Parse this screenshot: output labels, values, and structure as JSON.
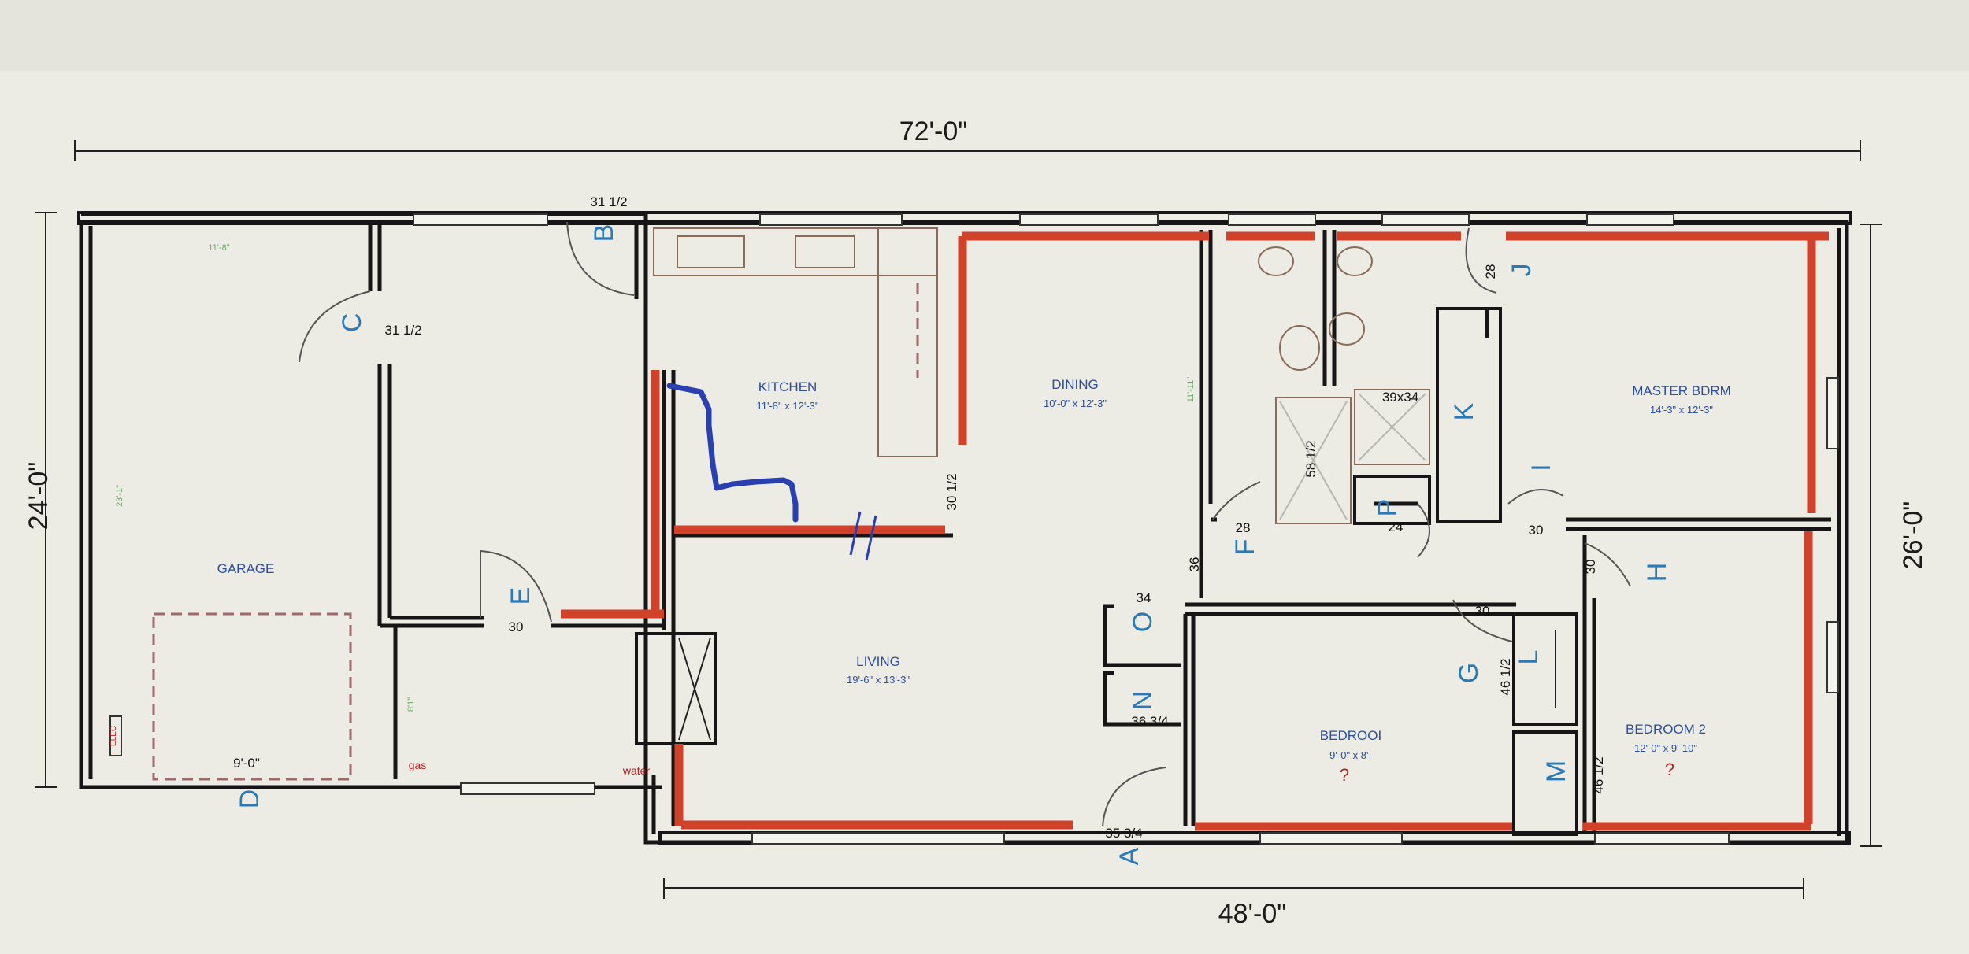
{
  "dimensions": {
    "overall_width": "72'-0\"",
    "overall_depth": "24'-0\"",
    "house_depth": "26'-0\"",
    "house_width": "48'-0\""
  },
  "rooms": {
    "garage": {
      "name": "GARAGE"
    },
    "kitchen": {
      "name": "KITCHEN",
      "size": "11'-8\" x 12'-3\""
    },
    "dining": {
      "name": "DINING",
      "size": "10'-0\" x 12'-3\""
    },
    "living": {
      "name": "LIVING",
      "size": "19'-6\" x 13'-3\""
    },
    "master": {
      "name": "MASTER BDRM",
      "size": "14'-3\" x 12'-3\""
    },
    "bedroom1": {
      "name": "BEDROOI",
      "size": "9'-0\" x 8'-"
    },
    "bedroom2": {
      "name": "BEDROOM 2",
      "size": "12'-0\" x 9'-10\""
    }
  },
  "garage_door": {
    "width": "9'-0\""
  },
  "labels": {
    "elec": "ELEC",
    "gas": "gas",
    "water": "water",
    "garage_top": "11'-8\"",
    "garage_side": "23'-1\"",
    "utility_side": "8'1\"",
    "dining_side": "11'-11\"",
    "q1": "?",
    "q2": "?"
  },
  "doors": {
    "A": {
      "letter": "A",
      "measure": "35 3/4"
    },
    "B": {
      "letter": "B",
      "measure": "31 1/2"
    },
    "C": {
      "letter": "C",
      "measure": "31 1/2"
    },
    "D": {
      "letter": "D"
    },
    "E": {
      "letter": "E",
      "measure": "30"
    },
    "F": {
      "letter": "F",
      "measure": "28"
    },
    "G": {
      "letter": "G",
      "measure": "30"
    },
    "H": {
      "letter": "H",
      "measure": "30"
    },
    "I": {
      "letter": "I",
      "measure": "30"
    },
    "J": {
      "letter": "J",
      "measure": "28"
    },
    "K": {
      "letter": "K"
    },
    "L": {
      "letter": "L",
      "measure": "46 1/2"
    },
    "M": {
      "letter": "M",
      "measure": "46 1/2"
    },
    "N": {
      "letter": "N",
      "measure": "36 3/4"
    },
    "O": {
      "letter": "O",
      "measure": "34"
    },
    "P": {
      "letter": "P",
      "measure": "24"
    }
  },
  "measures": {
    "kitchen_opening": "30 1/2",
    "shower": "58 1/2",
    "shower2": "39x34",
    "dining_opening": "36"
  },
  "colors": {
    "wall": "#161616",
    "highlight_wall": "#d2412a",
    "door_letter": "#2a7ab8",
    "room_label": "#2a4fa0",
    "markup": "#2a3fb0"
  }
}
